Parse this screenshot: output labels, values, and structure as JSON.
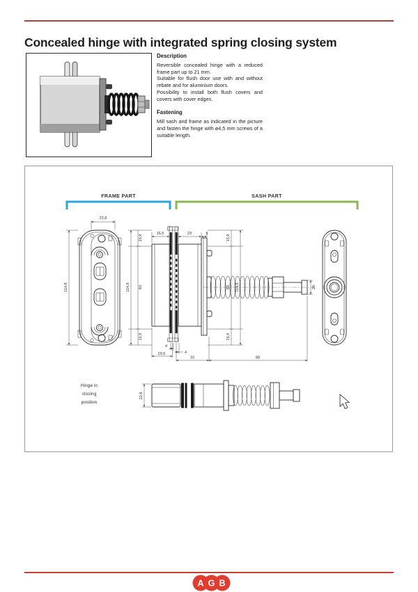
{
  "page": {
    "title": "Concealed hinge with integrated spring closing system"
  },
  "description": {
    "heading": "Description",
    "paragraphs": [
      "Reversible concealed hinge with a reduced frame part up to 21 mm.",
      "Suitable for flush door use with and without rebate and for aluminium doors.",
      "Possibility to install both flush covers and covers with cover edges."
    ]
  },
  "fastening": {
    "heading": "Fastening",
    "text": "Mill sash and frame as indicated in the picture and fasten the hinge with ø4,5 mm screws of a suitable length."
  },
  "drawing": {
    "frame_part_label": "FRAME PART",
    "sash_part_label": "SASH PART",
    "closing_label": {
      "line1": "Hinge in",
      "line2": "closing",
      "line3": "position"
    },
    "dims": {
      "plate_width": "22,8",
      "plate_height": "114,8",
      "end_offset": "15,9",
      "center_span": "83",
      "frame_depth": "16,5",
      "sash_depth": "23",
      "cover_depth": "5",
      "leaf_a": "4",
      "leaf_offset": "20,5",
      "leaf_b": "4",
      "sash_span": "33",
      "spring_span": "88",
      "pin_len": "20",
      "closed_width": "22,8"
    },
    "colors": {
      "frame_bracket": "#2aa6da",
      "sash_bracket": "#8fb456"
    }
  },
  "footer": {
    "logo_letters": {
      "a": "A",
      "g": "G",
      "b": "B"
    },
    "logo_color": "#e23b2f"
  }
}
